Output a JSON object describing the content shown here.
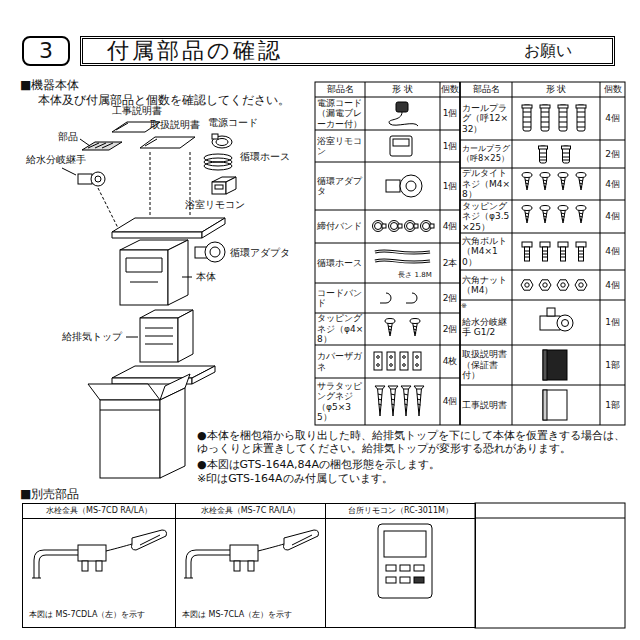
{
  "diagram": {
    "nodes": [
      {
        "text": [
          "3"
        ]
      },
      {
        "text": [
          "付属部品の確認",
          "お願い"
        ]
      },
      {
        "text": [
          "水栓金具（MS-7CD RA/LA）",
          "本図は MS-7CDLA（左）を示す"
        ]
      },
      {
        "text": [
          "水栓金具（MS-7C RA/LA）",
          "本図は MS-7CLA（左）を示す"
        ]
      },
      {
        "text": [
          "台所リモコン（RC-3011M）"
        ]
      }
    ],
    "labels": [
      "■機器本体",
      "本体及び付属部品と個数を確認してください。",
      "工事説明書",
      "取扱説明書",
      "電源コード",
      "部品",
      "循環ホース",
      "給水分岐継手",
      "浴室リモコン",
      "循環アダプタ",
      "本体",
      "給排気トップ",
      "部品名",
      "形 状",
      "個数",
      "部品名",
      "形 状",
      "個数",
      "電源コード（漏電ブレーカー付）",
      "1個",
      "浴室リモコン",
      "1個",
      "循環アダプタ",
      "1個",
      "締付バンド",
      "4個",
      "循環ホース",
      "長さ 1.8M",
      "2本",
      "コードバンド",
      "2個",
      "タッピングネジ（φ4×8）",
      "2個",
      "カバーザガネ",
      "4枚",
      "サラタッピングネジ（φ5×35）",
      "4個",
      "カールプラグ（呼12×32）",
      "4個",
      "カールプラグ（呼8×25）",
      "2個",
      "デルタイトネジ（M4×8）",
      "4個",
      "タッピングネジ（φ3.5×25）",
      "4個",
      "六角ボルト（M4×10）",
      "4個",
      "六角ナット（M4）",
      "4個",
      "※",
      "給水分岐継手 G1/2",
      "1個",
      "取扱説明書（保証書付）",
      "1部",
      "工事説明書",
      "1部",
      "●本体を梱包箱から取り出した時、給排気トップを下にして本体を仮置きする場合は、 ゆっくりと床置きしてください。給排気トップが変形する恐れがあります。",
      "●本図はGTS-164A,84Aの梱包形態を示します。",
      "※印はGTS-164Aのみ付属しています。",
      "■別売部品"
    ]
  }
}
